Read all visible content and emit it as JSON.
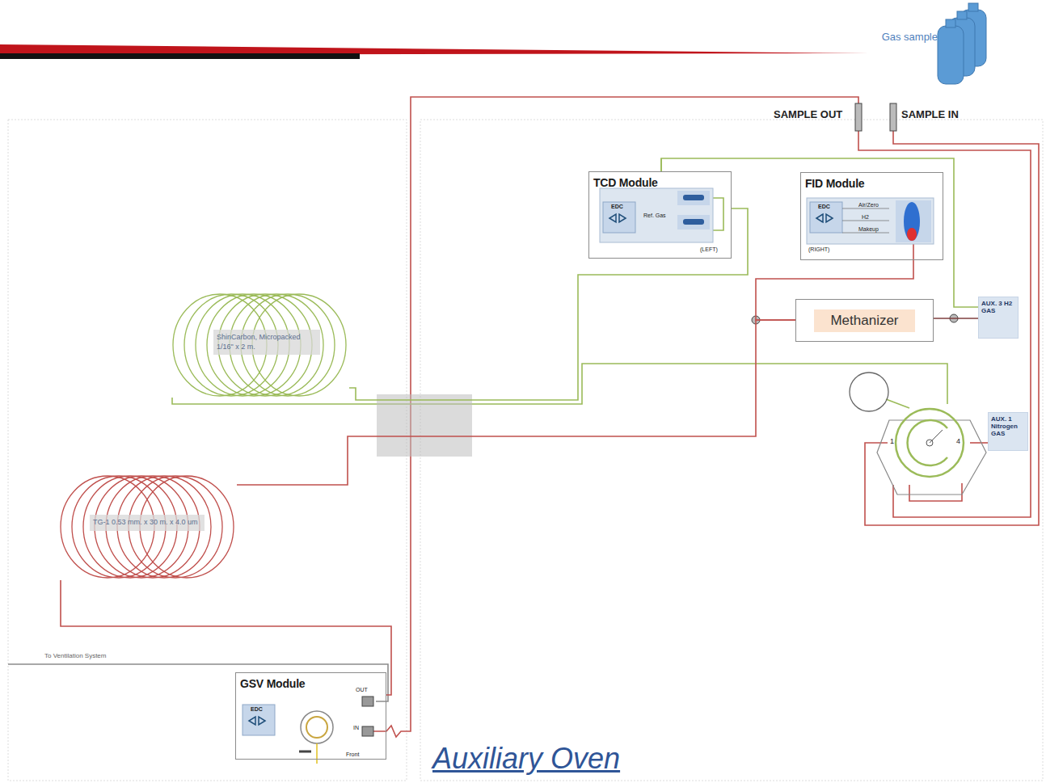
{
  "diagram": {
    "caption": "Auxiliary Oven",
    "nodes": [
      {
        "text": [
          "Gas sample"
        ]
      },
      {
        "text": [
          "TCD Module"
        ]
      },
      {
        "text": [
          "FID Module"
        ]
      },
      {
        "text": [
          "Methanizer"
        ]
      },
      {
        "text": [
          "AUX. 3 H2 GAS"
        ]
      },
      {
        "text": [
          "AUX. 1 Nitrogen GAS"
        ]
      },
      {
        "text": [
          "ShinCarbon, Micropacked 1/16\" x 2 m."
        ]
      },
      {
        "text": [
          "TG-1 0.53 mm. x 30 m. x 4.0 um"
        ]
      },
      {
        "text": [
          "GSV Module"
        ]
      }
    ],
    "edges": [
      {
        "from": 6,
        "to": 1,
        "arrow": "none"
      },
      {
        "from": 7,
        "to": 3,
        "arrow": "none"
      },
      {
        "from": 3,
        "to": 2,
        "arrow": "none"
      },
      {
        "from": 4,
        "to": 3,
        "arrow": "none"
      },
      {
        "from": 4,
        "to": 1,
        "arrow": "none"
      },
      {
        "from": 8,
        "to": 7,
        "arrow": "none"
      }
    ],
    "labels": [
      "SAMPLE OUT",
      "SAMPLE IN",
      "EDC",
      "Ref. Gas",
      "(LEFT)",
      "EDC",
      "Air/Zero",
      "H2",
      "Makeup",
      "(RIGHT)",
      "To Ventilation System",
      "EDC",
      "OUT",
      "IN",
      "Front",
      "1",
      "4"
    ]
  }
}
